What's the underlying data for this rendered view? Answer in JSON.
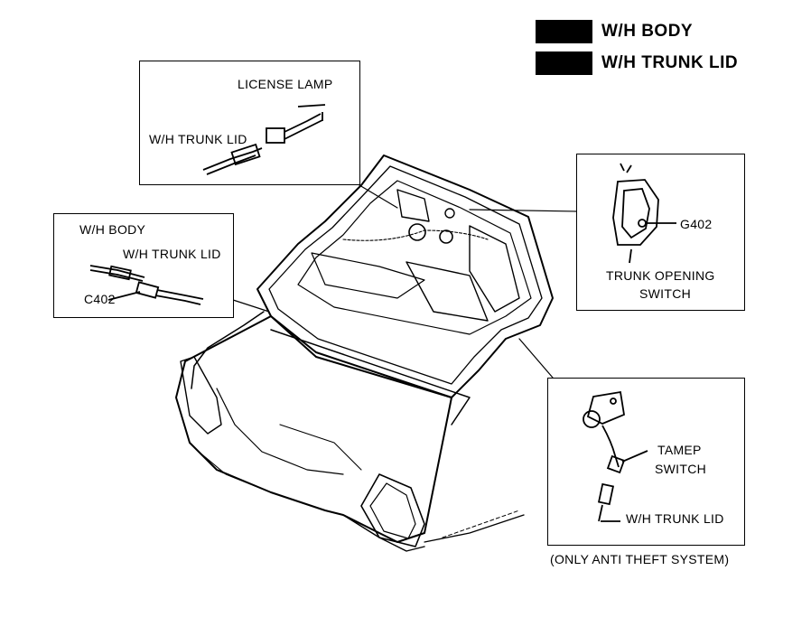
{
  "legend": {
    "items": [
      {
        "label": "W/H BODY",
        "color": "#000000"
      },
      {
        "label": "W/H TRUNK LID",
        "color": "#000000"
      }
    ]
  },
  "callouts": {
    "license": {
      "lamp_label": "LICENSE LAMP",
      "harness_label": "W/H TRUNK LID"
    },
    "body": {
      "body_label": "W/H BODY",
      "trunk_label": "W/H TRUNK LID",
      "connector_label": "C402"
    },
    "switch": {
      "ground_label": "G402",
      "switch_label_line1": "TRUNK OPENING",
      "switch_label_line2": "SWITCH"
    },
    "tamper": {
      "switch_label_line1": "TAMEP",
      "switch_label_line2": "SWITCH",
      "harness_label": "W/H TRUNK LID",
      "caption": "(ONLY ANTI THEFT SYSTEM)"
    }
  }
}
